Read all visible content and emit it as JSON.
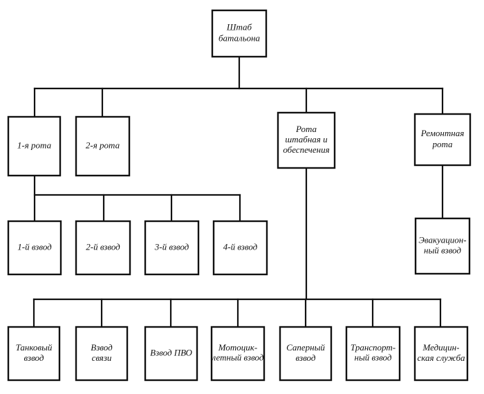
{
  "nodes": {
    "hq": [
      "Штаб",
      "батальона"
    ],
    "company1": [
      "1-я рота"
    ],
    "company2": [
      "2-я рота"
    ],
    "hq_support_company": [
      "Рота",
      "штабная и",
      "обеспечения"
    ],
    "repair_company": [
      "Ремонтная",
      "рота"
    ],
    "platoon1": [
      "1-й взвод"
    ],
    "platoon2": [
      "2-й взвод"
    ],
    "platoon3": [
      "3-й взвод"
    ],
    "platoon4": [
      "4-й взвод"
    ],
    "evacuation_platoon": [
      "Эвакуацион-",
      "ный взвод"
    ],
    "tank_platoon": [
      "Танковый",
      "взвод"
    ],
    "signal_platoon": [
      "Взвод",
      "связи"
    ],
    "air_defense_platoon": [
      "Взвод ПВО"
    ],
    "motorcycle_platoon": [
      "Мотоцик-",
      "летный взвод"
    ],
    "engineer_platoon": [
      "Саперный",
      "взвод"
    ],
    "transport_platoon": [
      "Транспорт-",
      "ный взвод"
    ],
    "medical_service": [
      "Медицин-",
      "ская служба"
    ]
  }
}
